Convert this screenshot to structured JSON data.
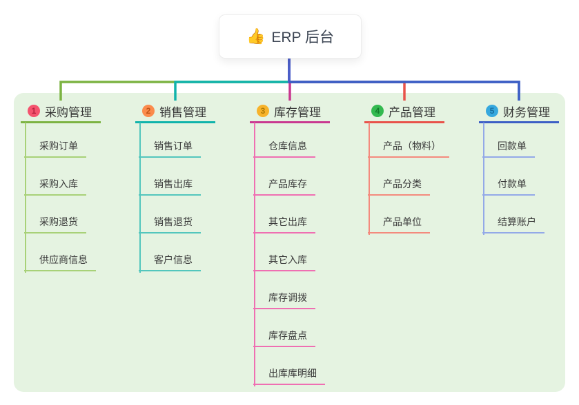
{
  "root": {
    "icon": "thumbs-up-emoji",
    "icon_char": "👍",
    "title": "ERP 后台"
  },
  "canvas": {
    "page_bg": "#ffffff",
    "panel_bg": "#e5f3e1",
    "root_line_color": "#4c5ec8",
    "title_color": "#3d4654",
    "topic_text_color": "#363636",
    "child_text_color": "#3a3a3a"
  },
  "branches": [
    {
      "index": "1",
      "label": "采购管理",
      "line_color": "#7cb342",
      "child_line_color": "#a8d178",
      "badge_bg": "#f4536e",
      "badge_fg": "#b5213f",
      "children": [
        "采购订单",
        "采购入库",
        "采购退货",
        "供应商信息"
      ]
    },
    {
      "index": "2",
      "label": "销售管理",
      "line_color": "#10b3ab",
      "child_line_color": "#53c6bd",
      "badge_bg": "#fb8b4c",
      "badge_fg": "#bf5417",
      "children": [
        "销售订单",
        "销售出库",
        "销售退货",
        "客户信息"
      ]
    },
    {
      "index": "3",
      "label": "库存管理",
      "line_color": "#c93890",
      "child_line_color": "#ef6fb2",
      "badge_bg": "#f7b32b",
      "badge_fg": "#af7a05",
      "children": [
        "仓库信息",
        "产品库存",
        "其它出库",
        "其它入库",
        "库存调拨",
        "库存盘点",
        "出库库明细"
      ]
    },
    {
      "index": "4",
      "label": "产品管理",
      "line_color": "#e8524a",
      "child_line_color": "#f48a7d",
      "badge_bg": "#33b94f",
      "badge_fg": "#147b2c",
      "children": [
        "产品（物料）",
        "产品分类",
        "产品单位"
      ]
    },
    {
      "index": "5",
      "label": "财务管理",
      "line_color": "#3c5ec5",
      "child_line_color": "#93a9e8",
      "badge_bg": "#36a8de",
      "badge_fg": "#176d9e",
      "children": [
        "回款单",
        "付款单",
        "结算账户"
      ]
    }
  ]
}
